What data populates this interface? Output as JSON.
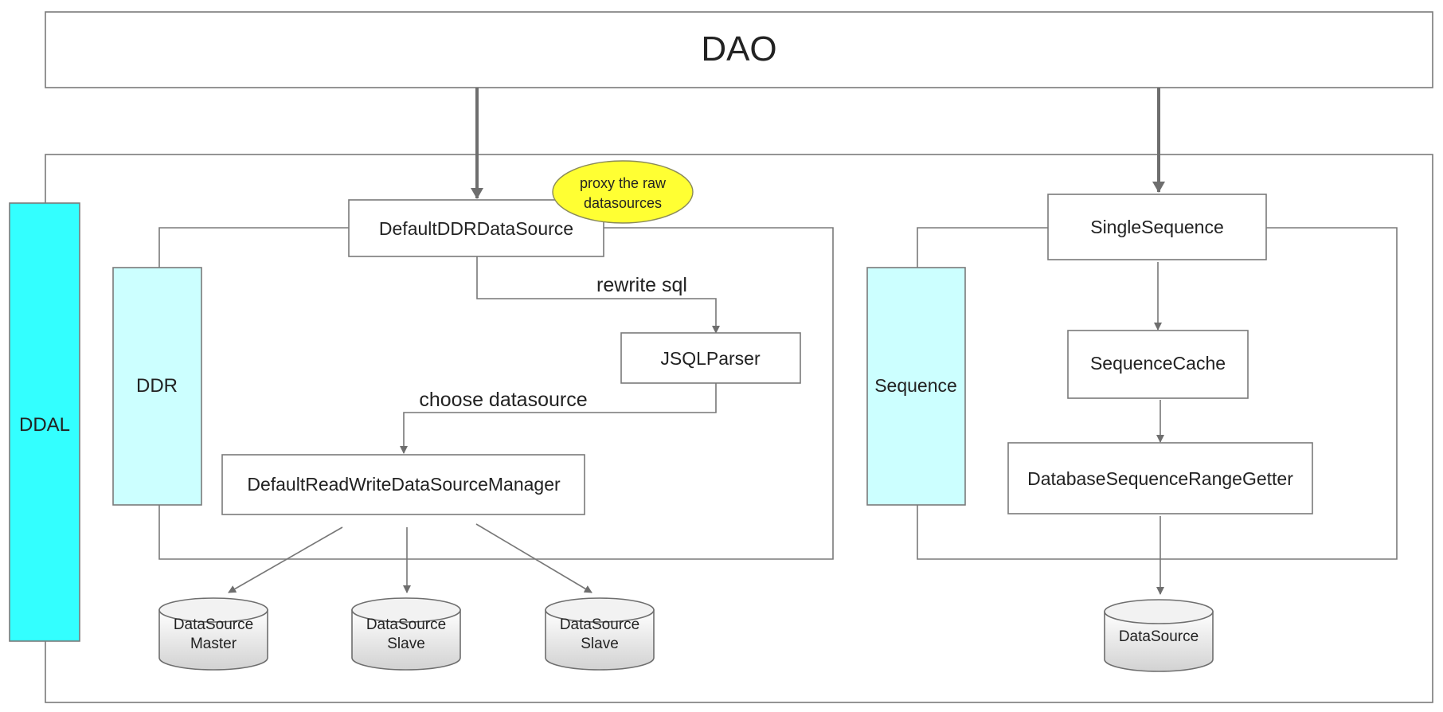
{
  "dao": {
    "label": "DAO"
  },
  "ddal": {
    "label": "DDAL"
  },
  "ddr": {
    "label": "DDR",
    "default_ddr_datasource": "DefaultDDRDataSource",
    "proxy_note": [
      "proxy the raw",
      "datasources"
    ],
    "rewrite_label": "rewrite sql",
    "jsqlparser": "JSQLParser",
    "choose_label": "choose datasource",
    "manager": "DefaultReadWriteDataSourceManager",
    "datasources": [
      {
        "line1": "DataSource",
        "line2": "Master"
      },
      {
        "line1": "DataSource",
        "line2": "Slave"
      },
      {
        "line1": "DataSource",
        "line2": "Slave"
      }
    ]
  },
  "sequence": {
    "label": "Sequence",
    "single_sequence": "SingleSequence",
    "sequence_cache": "SequenceCache",
    "range_getter": "DatabaseSequenceRangeGetter",
    "datasource": "DataSource"
  },
  "colors": {
    "ddal_fill": "#33ffff",
    "module_fill": "#ccffff",
    "note_fill": "#ffff33",
    "line": "#7a7a7a"
  }
}
